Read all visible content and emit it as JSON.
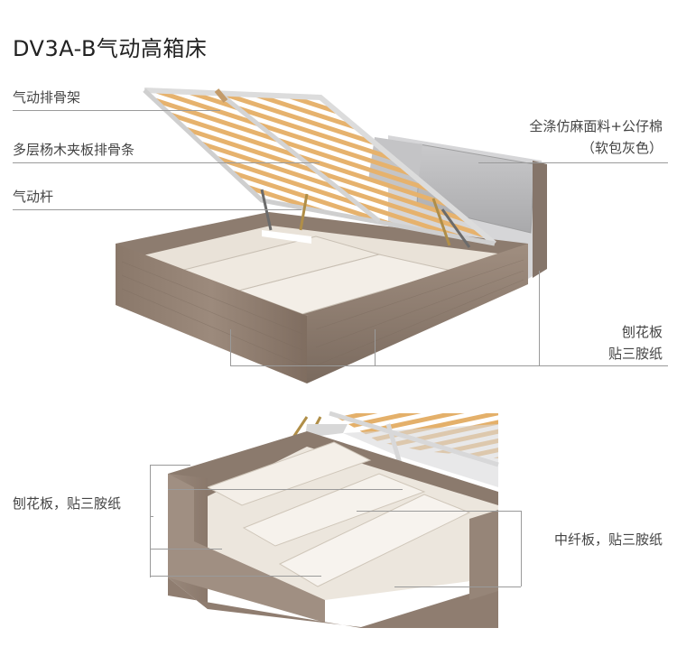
{
  "title": "DV3A-B气动高箱床",
  "callouts": {
    "gas_slat_frame": "气动排骨架",
    "plywood_slats": "多层杨木夹板排骨条",
    "gas_strut": "气动杆",
    "fabric_line1": "全涤仿麻面料+公仔棉",
    "fabric_line2": "（软包灰色）",
    "particle_line1": "刨花板",
    "particle_line2": "贴三胺纸",
    "lower_left": "刨花板，贴三胺纸",
    "lower_right": "中纤板，贴三胺纸"
  }
}
